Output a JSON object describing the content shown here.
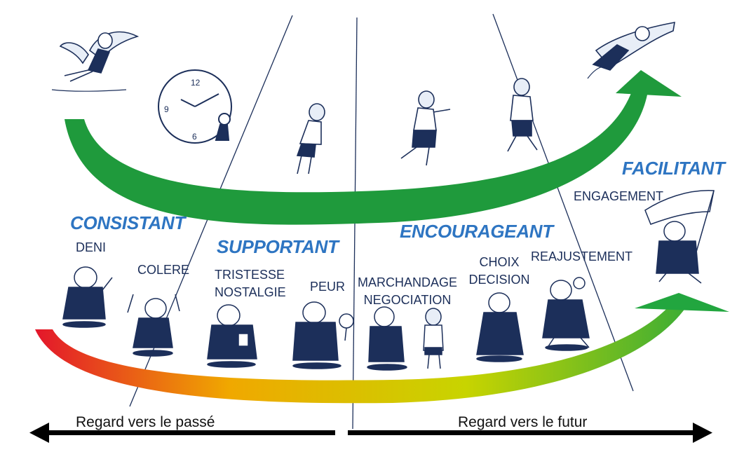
{
  "phases": {
    "consistant": "CONSISTANT",
    "supportant": "SUPPORTANT",
    "encourageant": "ENCOURAGEANT",
    "facilitant": "FACILITANT"
  },
  "emotions": {
    "deni": "DENI",
    "colere": "COLERE",
    "tristesse": "TRISTESSE",
    "nostalgie": "NOSTALGIE",
    "peur": "PEUR",
    "marchandage": "MARCHANDAGE",
    "negociation": "NEGOCIATION",
    "choix": "CHOIX",
    "decision": "DECISION",
    "reajustement": "REAJUSTEMENT",
    "engagement": "ENGAGEMENT"
  },
  "timeline": {
    "past": "Regard vers le passé",
    "future": "Regard vers le futur"
  },
  "colors": {
    "phase_text": "#2e75c2",
    "emotion_text": "#1c2f5a",
    "top_arrow": "#1f9a3c",
    "gradient_start": "#e3162b",
    "gradient_mid": "#f0a800",
    "gradient_end": "#22a63f",
    "figure_ink": "#1c2f5a"
  }
}
